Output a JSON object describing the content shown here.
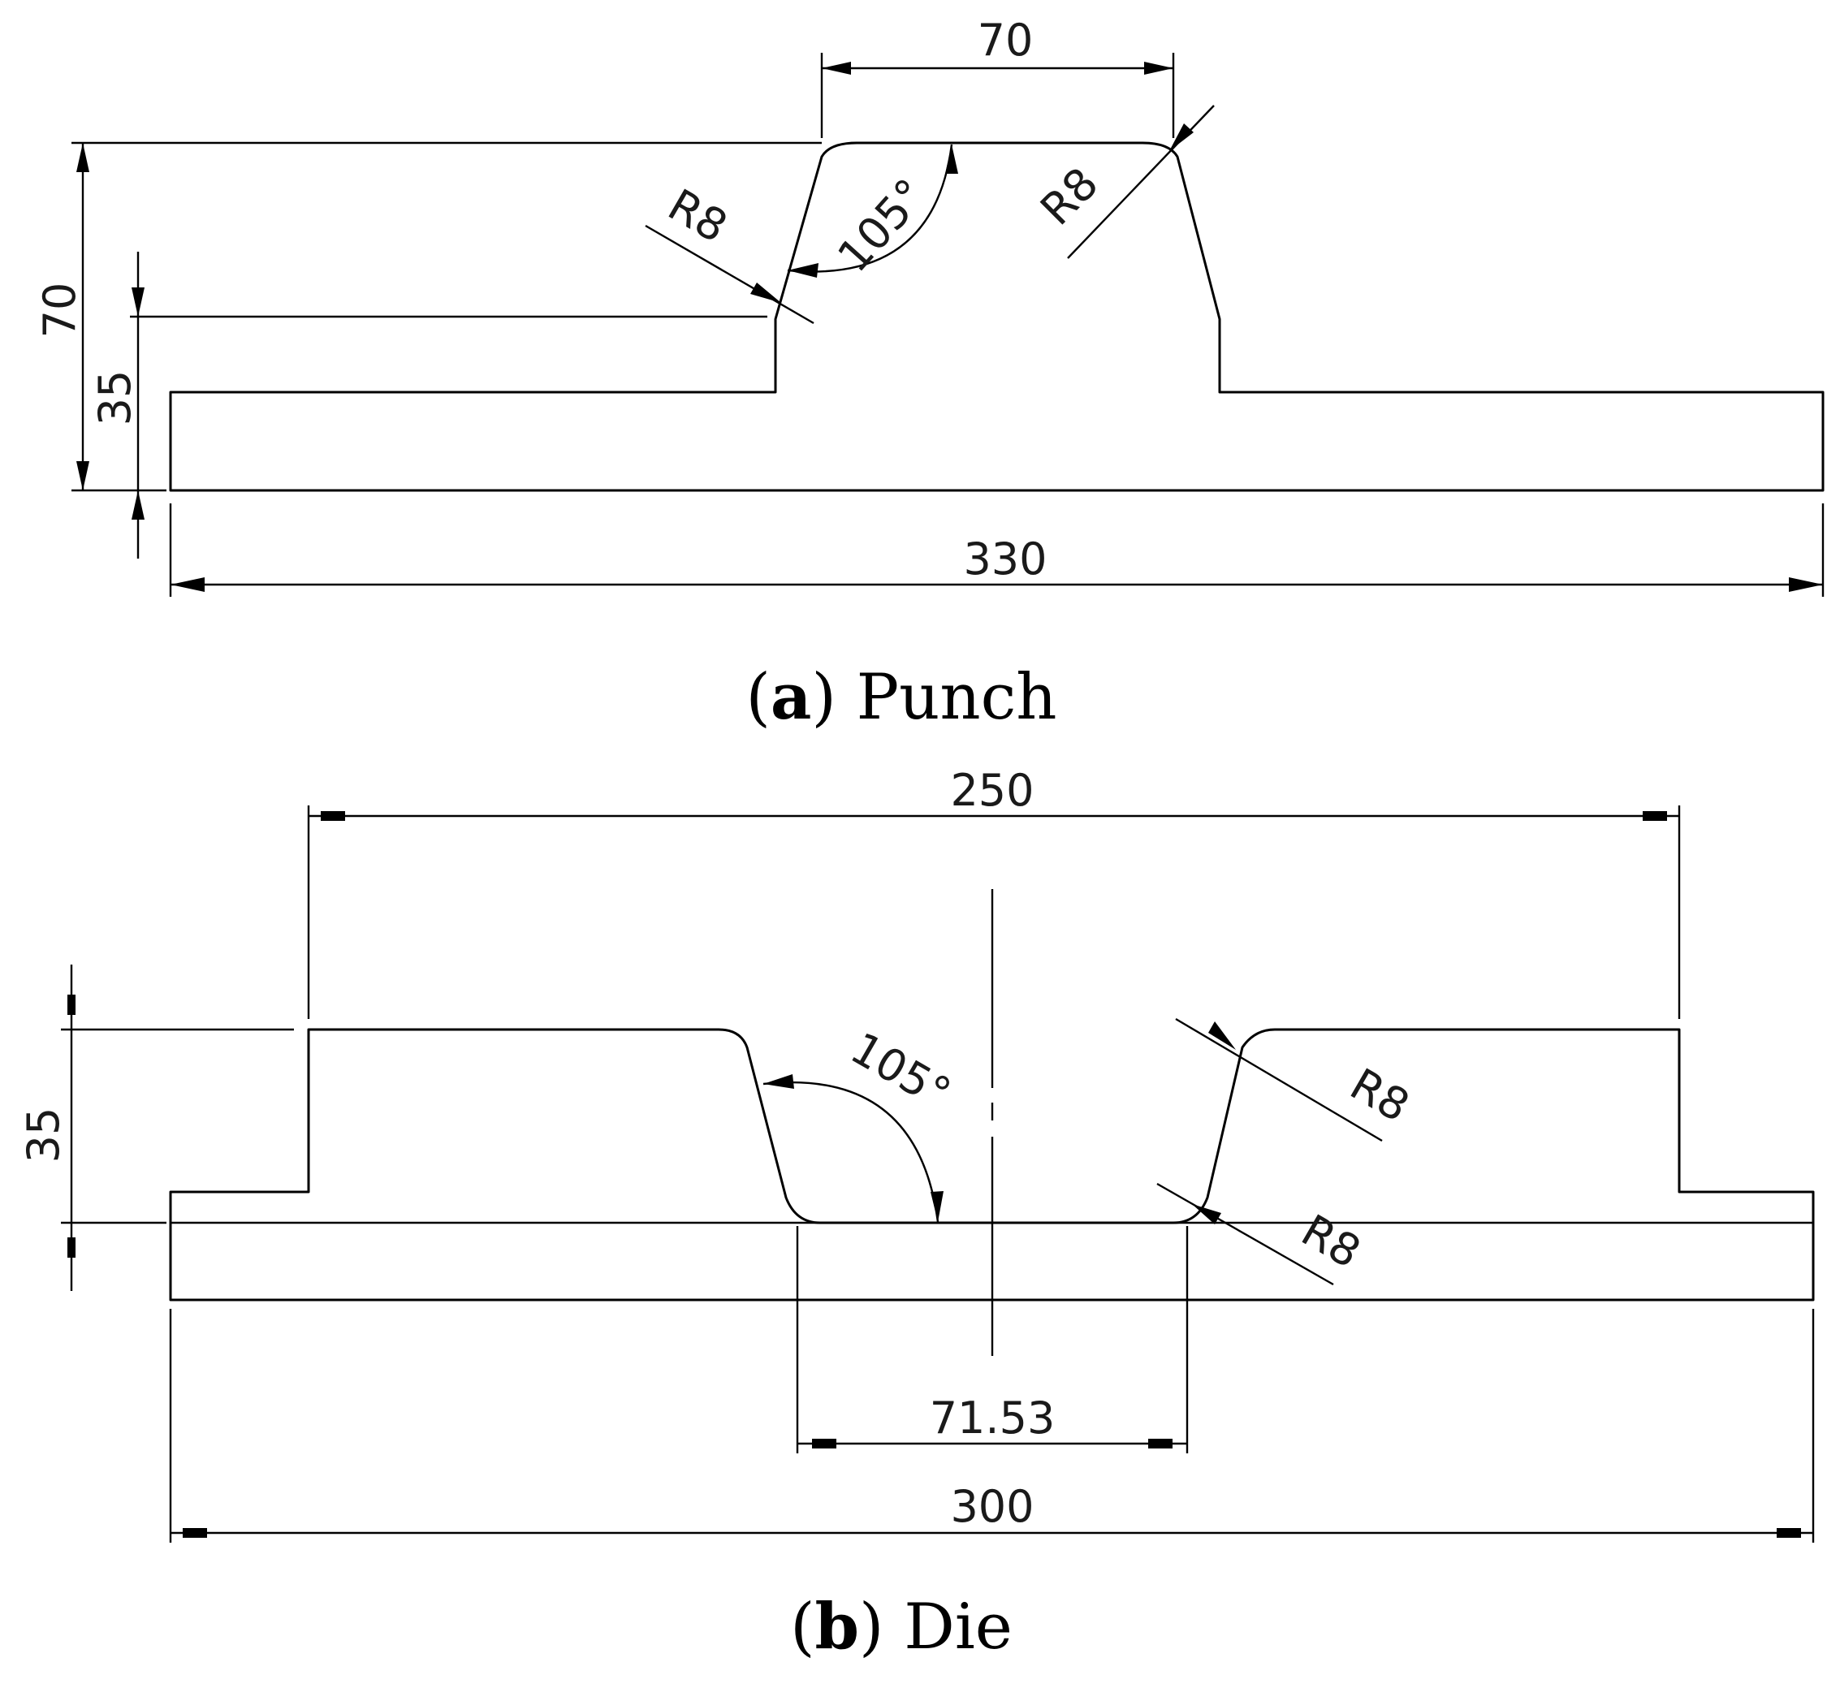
{
  "punch": {
    "caption_letter": "a",
    "caption_name": "Punch",
    "dim_top_width": "70",
    "dim_total_height": "70",
    "dim_base_height": "35",
    "dim_total_width": "330",
    "angle": "105°",
    "radius_left": "R8",
    "radius_right": "R8"
  },
  "die": {
    "caption_letter": "b",
    "caption_name": "Die",
    "dim_upper_width": "250",
    "dim_height": "35",
    "angle": "105°",
    "radius_upper": "R8",
    "radius_lower": "R8",
    "dim_bottom_width": "71.53",
    "dim_total_width": "300"
  },
  "colors": {
    "line": "#000000",
    "background": "#ffffff"
  }
}
